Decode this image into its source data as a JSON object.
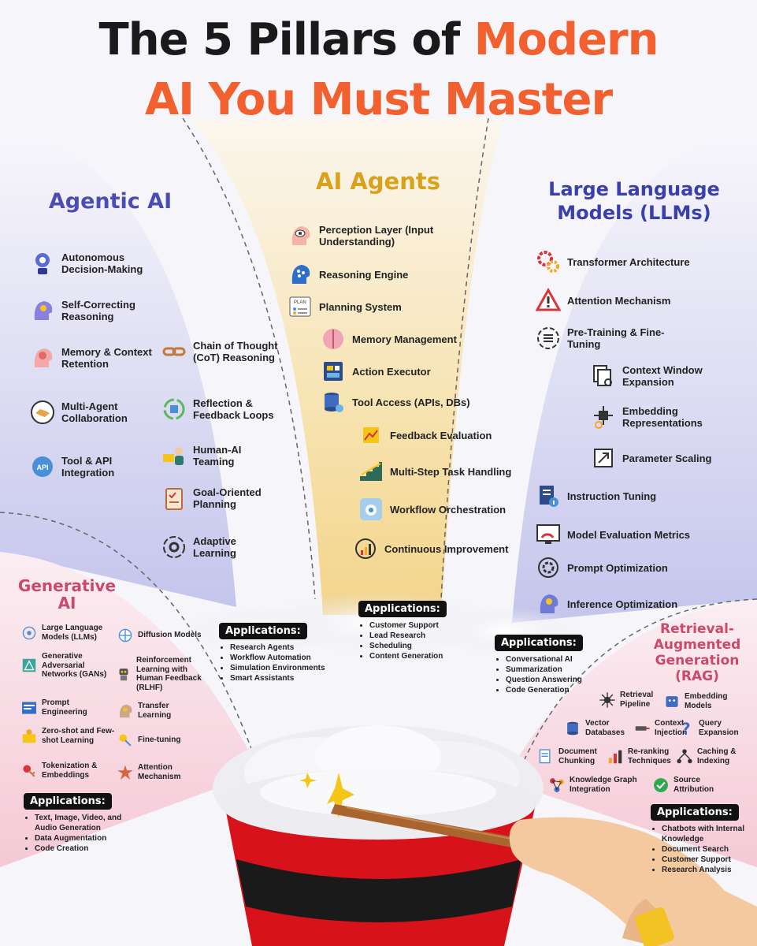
{
  "title": {
    "line1_prefix": "The 5 Pillars of ",
    "line1_accent": "Modern",
    "line2": "AI You Must Master"
  },
  "colors": {
    "accent": "#f2602f",
    "agentic": "#4a4db3",
    "agents": "#d9a21b",
    "llm": "#3a3fae",
    "generative": "#c94a6a",
    "rag": "#c94a6a"
  },
  "agentic": {
    "title": "Agentic AI",
    "items": [
      "Autonomous Decision-Making",
      "Self-Correcting Reasoning",
      "Memory & Context Retention",
      "Multi-Agent Collaboration",
      "Tool & API Integration",
      "Chain of Thought (CoT) Reasoning",
      "Reflection & Feedback Loops",
      "Human-AI Teaming",
      "Goal-Oriented Planning",
      "Adaptive Learning"
    ],
    "apps_title": "Applications:",
    "apps": [
      "Research Agents",
      "Workflow Automation",
      "Simulation Environments",
      "Smart Assistants"
    ]
  },
  "agents": {
    "title": "AI Agents",
    "items": [
      "Perception Layer (Input Understanding)",
      "Reasoning Engine",
      "Planning System",
      "Memory Management",
      "Action Executor",
      "Tool Access (APIs, DBs)",
      "Feedback Evaluation",
      "Multi-Step Task Handling",
      "Workflow Orchestration",
      "Continuous Improvement"
    ],
    "apps_title": "Applications:",
    "apps": [
      "Customer Support",
      "Lead Research",
      "Scheduling",
      "Content Generation"
    ]
  },
  "llm": {
    "title_line1": "Large Language",
    "title_line2": "Models (LLMs)",
    "items": [
      "Transformer Architecture",
      "Attention Mechanism",
      "Pre-Training & Fine-Tuning",
      "Context Window Expansion",
      "Embedding Representations",
      "Parameter Scaling",
      "Instruction Tuning",
      "Model Evaluation Metrics",
      "Prompt Optimization",
      "Inference Optimization"
    ],
    "apps_title": "Applications:",
    "apps": [
      "Conversational AI",
      "Summarization",
      "Question Answering",
      "Code Generation"
    ]
  },
  "generative": {
    "title_line1": "Generative",
    "title_line2": "AI",
    "items": [
      "Large Language Models (LLMs)",
      "Diffusion Models",
      "Generative Adversarial Networks (GANs)",
      "Reinforcement Learning with Human Feedback (RLHF)",
      "Prompt Engineering",
      "Transfer Learning",
      "Zero-shot and Few-shot Learning",
      "Fine-tuning",
      "Tokenization & Embeddings",
      "Attention Mechanism"
    ],
    "apps_title": "Applications:",
    "apps": [
      "Text, Image, Video, and Audio Generation",
      "Data Augmentation",
      "Code Creation"
    ]
  },
  "rag": {
    "title_line1": "Retrieval-",
    "title_line2": "Augmented",
    "title_line3": "Generation",
    "title_line4": "(RAG)",
    "items": [
      "Retrieval Pipeline",
      "Embedding Models",
      "Vector Databases",
      "Context Injection",
      "Query Expansion",
      "Document Chunking",
      "Re-ranking Techniques",
      "Caching & Indexing",
      "Knowledge Graph Integration",
      "Source Attribution"
    ],
    "apps_title": "Applications:",
    "apps": [
      "Chatbots with Internal Knowledge",
      "Document Search",
      "Customer Support",
      "Research Analysis"
    ]
  },
  "icons": [
    "brain-gear-icon",
    "lightbulb-head-icon",
    "memory-head-icon",
    "handshake-icon",
    "api-icon",
    "chain-link-icon",
    "feedback-loop-icon",
    "human-ai-icon",
    "checklist-icon",
    "adaptive-gear-icon",
    "eye-head-icon",
    "network-brain-icon",
    "plan-board-icon",
    "brain-icon",
    "executor-board-icon",
    "database-icon",
    "feedback-chart-icon",
    "stairs-icon",
    "workflow-cloud-icon",
    "growth-icon",
    "gears-icon",
    "warning-icon",
    "settings-icon",
    "documents-icon",
    "embedding-chip-icon",
    "scale-arrow-icon",
    "document-info-icon",
    "dashboard-icon",
    "refresh-gear-icon",
    "inference-head-icon",
    "magic-hat-icon",
    "magic-wand-icon",
    "hand-icon",
    "sparkle-icon"
  ]
}
